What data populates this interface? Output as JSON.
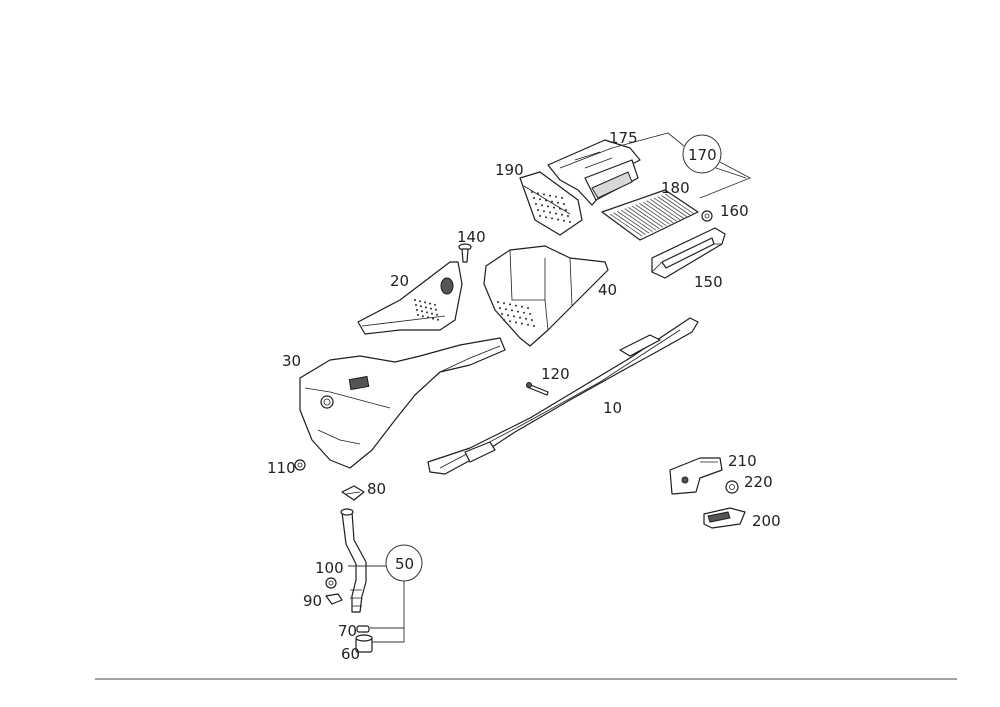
{
  "labels": {
    "p10": "10",
    "p20": "20",
    "p30": "30",
    "p40": "40",
    "p50": "50",
    "p60": "60",
    "p70": "70",
    "p80": "80",
    "p90": "90",
    "p100": "100",
    "p110": "110",
    "p120": "120",
    "p140": "140",
    "p150": "150",
    "p160": "160",
    "p170": "170",
    "p175": "175",
    "p180": "180",
    "p190": "190",
    "p200": "200",
    "p210": "210",
    "p220": "220"
  }
}
